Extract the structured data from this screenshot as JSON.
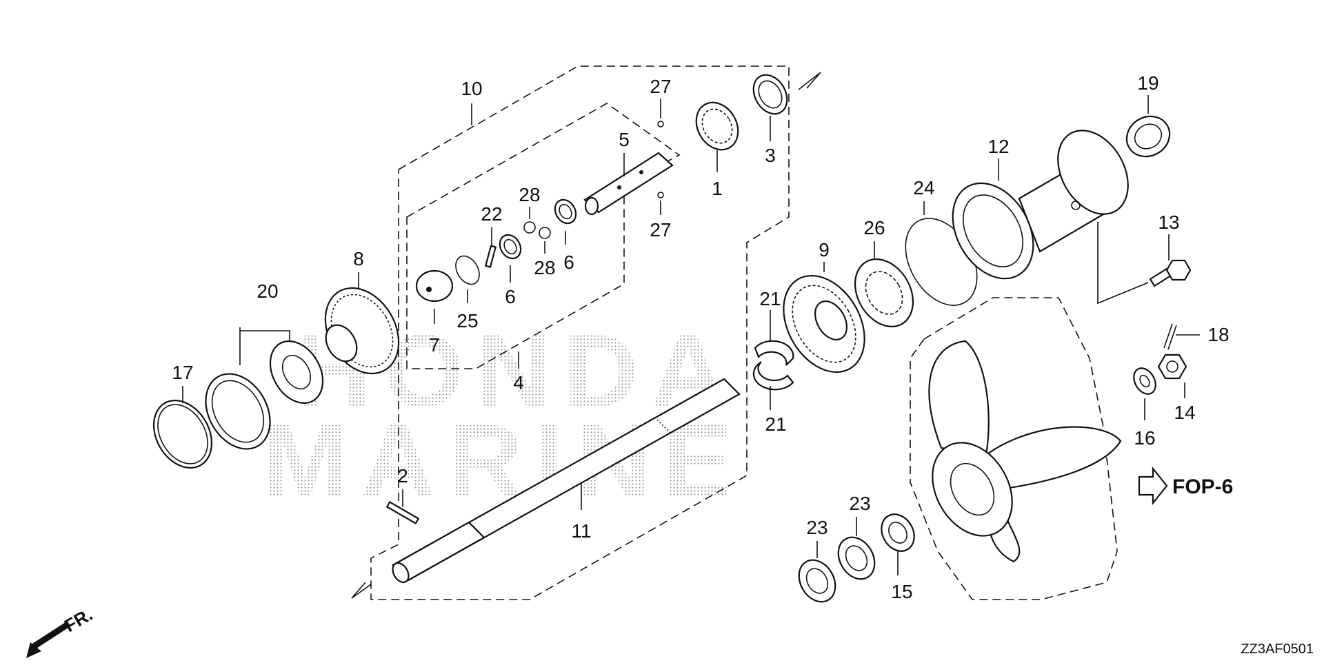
{
  "diagram": {
    "watermark_line1": "HONDA",
    "watermark_line2": "MARINE",
    "reference_label": "FOP-6",
    "front_label": "FR.",
    "drawing_code": "ZZ3AF0501",
    "callouts": {
      "p1": "1",
      "p2": "2",
      "p3": "3",
      "p4": "4",
      "p5": "5",
      "p6a": "6",
      "p6b": "6",
      "p7": "7",
      "p8": "8",
      "p9": "9",
      "p10": "10",
      "p11": "11",
      "p12": "12",
      "p13": "13",
      "p14": "14",
      "p15": "15",
      "p16": "16",
      "p17": "17",
      "p18": "18",
      "p19": "19",
      "p20": "20",
      "p21a": "21",
      "p21b": "21",
      "p22": "22",
      "p23a": "23",
      "p23b": "23",
      "p24": "24",
      "p25": "25",
      "p26": "26",
      "p27a": "27",
      "p27b": "27",
      "p28a": "28",
      "p28b": "28"
    }
  }
}
